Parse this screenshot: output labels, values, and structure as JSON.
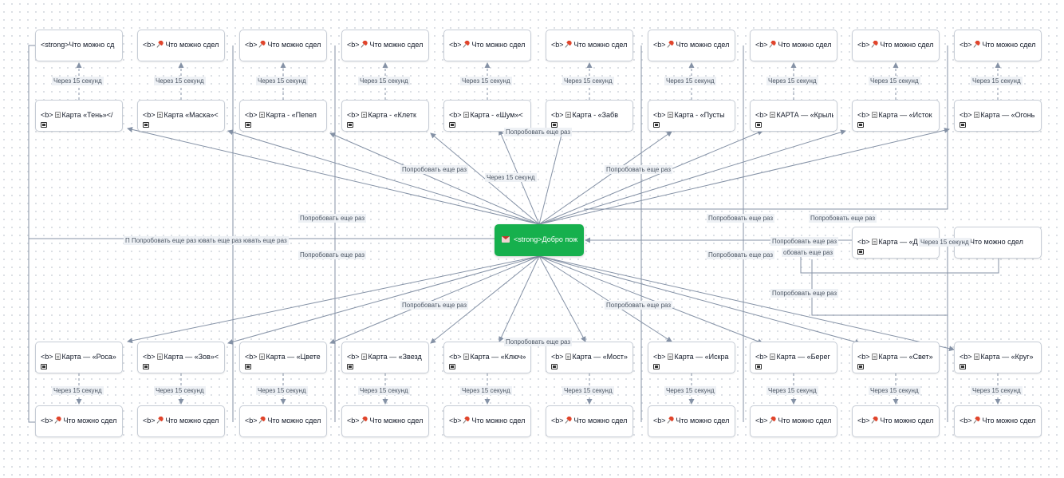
{
  "center": {
    "label": "<strong>Добро пож",
    "icon": "envelope-icon"
  },
  "top_info": [
    {
      "text": "<strong>Что можно сд",
      "icon": ""
    },
    {
      "text": "Что можно сдел",
      "prefix": "<b>",
      "icon": "pin-icon"
    },
    {
      "text": "Что можно сдел",
      "prefix": "<b>",
      "icon": "pin-icon"
    },
    {
      "text": "Что можно сдел",
      "prefix": "<b>",
      "icon": "pin-icon"
    },
    {
      "text": "Что можно сдел",
      "prefix": "<b>",
      "icon": "pin-icon"
    },
    {
      "text": "Что можно сдел",
      "prefix": "<b>",
      "icon": "pin-icon"
    },
    {
      "text": "Что можно сдел",
      "prefix": "<b>",
      "icon": "pin-icon"
    },
    {
      "text": "Что можно сдел",
      "prefix": "<b>",
      "icon": "pin-icon"
    },
    {
      "text": "Что можно сдел",
      "prefix": "<b>",
      "icon": "pin-icon"
    },
    {
      "text": "Что можно сдел",
      "prefix": "<b>",
      "icon": "pin-icon"
    }
  ],
  "top_cards": [
    "Карта «Тень»</",
    "Карта «Маска»<",
    "Карта - «Пепел",
    "Карта - «Клетк",
    "Карта - «Шум»<",
    "Карта - «Забв",
    "Карта - «Пусты",
    "КАРТА — «Крыль",
    "Карта — «Исток",
    "Карта — «Огонь"
  ],
  "bottom_cards": [
    "Карта — «Роса»",
    "Карта — «Зов»<",
    "Карта — «Цвете",
    "Карта — «Звезд",
    "Карта — «Ключ»",
    "Карта — «Мост»",
    "Карта — «Искра",
    "Карта — «Берег",
    "Карта — «Свет»",
    "Карта — «Круг»"
  ],
  "bottom_info": "Что можно сдел",
  "b_prefix": "<b>",
  "middle_right": {
    "card": "Карта — «Д",
    "info": "Что можно сдел"
  },
  "delay_label": "Через 15 секунд",
  "retry_label": "Попробовать еще раз",
  "left_overlap_text": "П Попробовать еще раз ювать еще раз ювать еще раз",
  "right_overlap_a": "Попробовать еще раз",
  "right_overlap_b": "обовать еще раз",
  "right_delay_overlap": "Через 15 секунд",
  "colors": {
    "center": "#16b04d",
    "edge": "#8592a6",
    "node_border": "#c7cdd6"
  }
}
